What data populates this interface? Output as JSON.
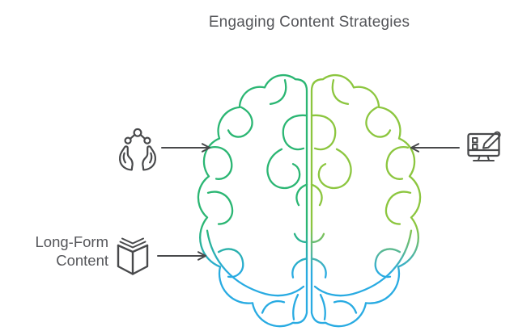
{
  "title": "Engaging Content Strategies",
  "colors": {
    "left-hemisphere-color": "#2BB673",
    "right-hemisphere-color": "#8CC63F",
    "lower-lobe-color": "#29ABE2",
    "icon-color": "#48494B",
    "text-color": "#55565A"
  },
  "brain": {
    "description": "split brain line illustration",
    "left_top_color": "#2BB673",
    "right_top_color": "#8CC63F",
    "bottom_color": "#29ABE2"
  },
  "callouts": {
    "sharing": {
      "icon": "hands-sharing-icon",
      "arrow_direction": "right"
    },
    "screen_edit": {
      "icon": "screen-edit-icon",
      "arrow_direction": "left"
    },
    "long_form": {
      "icon": "open-book-icon",
      "arrow_direction": "right",
      "label_line1": "Long-Form",
      "label_line2": "Content"
    }
  }
}
